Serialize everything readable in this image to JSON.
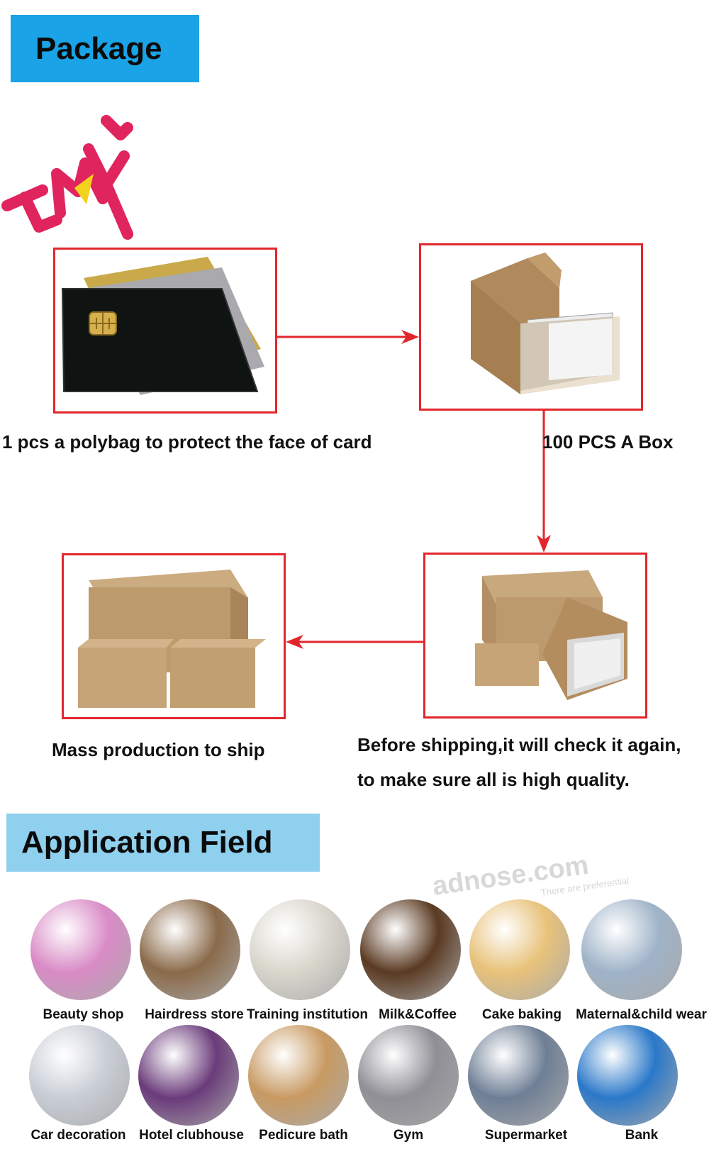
{
  "package": {
    "title": "Package",
    "logo_text": "TMY",
    "steps": [
      {
        "caption": "1 pcs a polybag to protect the face of card"
      },
      {
        "caption": "100 PCS A Box"
      },
      {
        "caption_line1": "Before shipping,it will check it again,",
        "caption_line2": "to make sure all is high quality."
      },
      {
        "caption": "Mass production to ship"
      }
    ]
  },
  "application": {
    "title": "Application Field",
    "watermark": "adnose.com",
    "watermark_sub": "There are preferential",
    "fields": [
      {
        "label": "Beauty shop",
        "color": "#d98bc6"
      },
      {
        "label": "Hairdress store",
        "color": "#8a6a4a"
      },
      {
        "label": "Training institution",
        "color": "#d9d6cc"
      },
      {
        "label": "Milk&Coffee",
        "color": "#5a3a22"
      },
      {
        "label": "Cake baking",
        "color": "#e8c27a"
      },
      {
        "label": "Maternal&child wear",
        "color": "#9fb3c8"
      },
      {
        "label": "Car decoration",
        "color": "#c9ced6"
      },
      {
        "label": "Hotel clubhouse",
        "color": "#6a3b7a"
      },
      {
        "label": "Pedicure bath",
        "color": "#c89a62"
      },
      {
        "label": "Gym",
        "color": "#8f8f96"
      },
      {
        "label": "Supermarket",
        "color": "#6e7f95"
      },
      {
        "label": "Bank",
        "color": "#2a78c9"
      }
    ]
  },
  "colors": {
    "banner": "#1aa3e6",
    "frame": "#e3262c",
    "arrow": "#e3262c",
    "logo": "#e0245e"
  }
}
